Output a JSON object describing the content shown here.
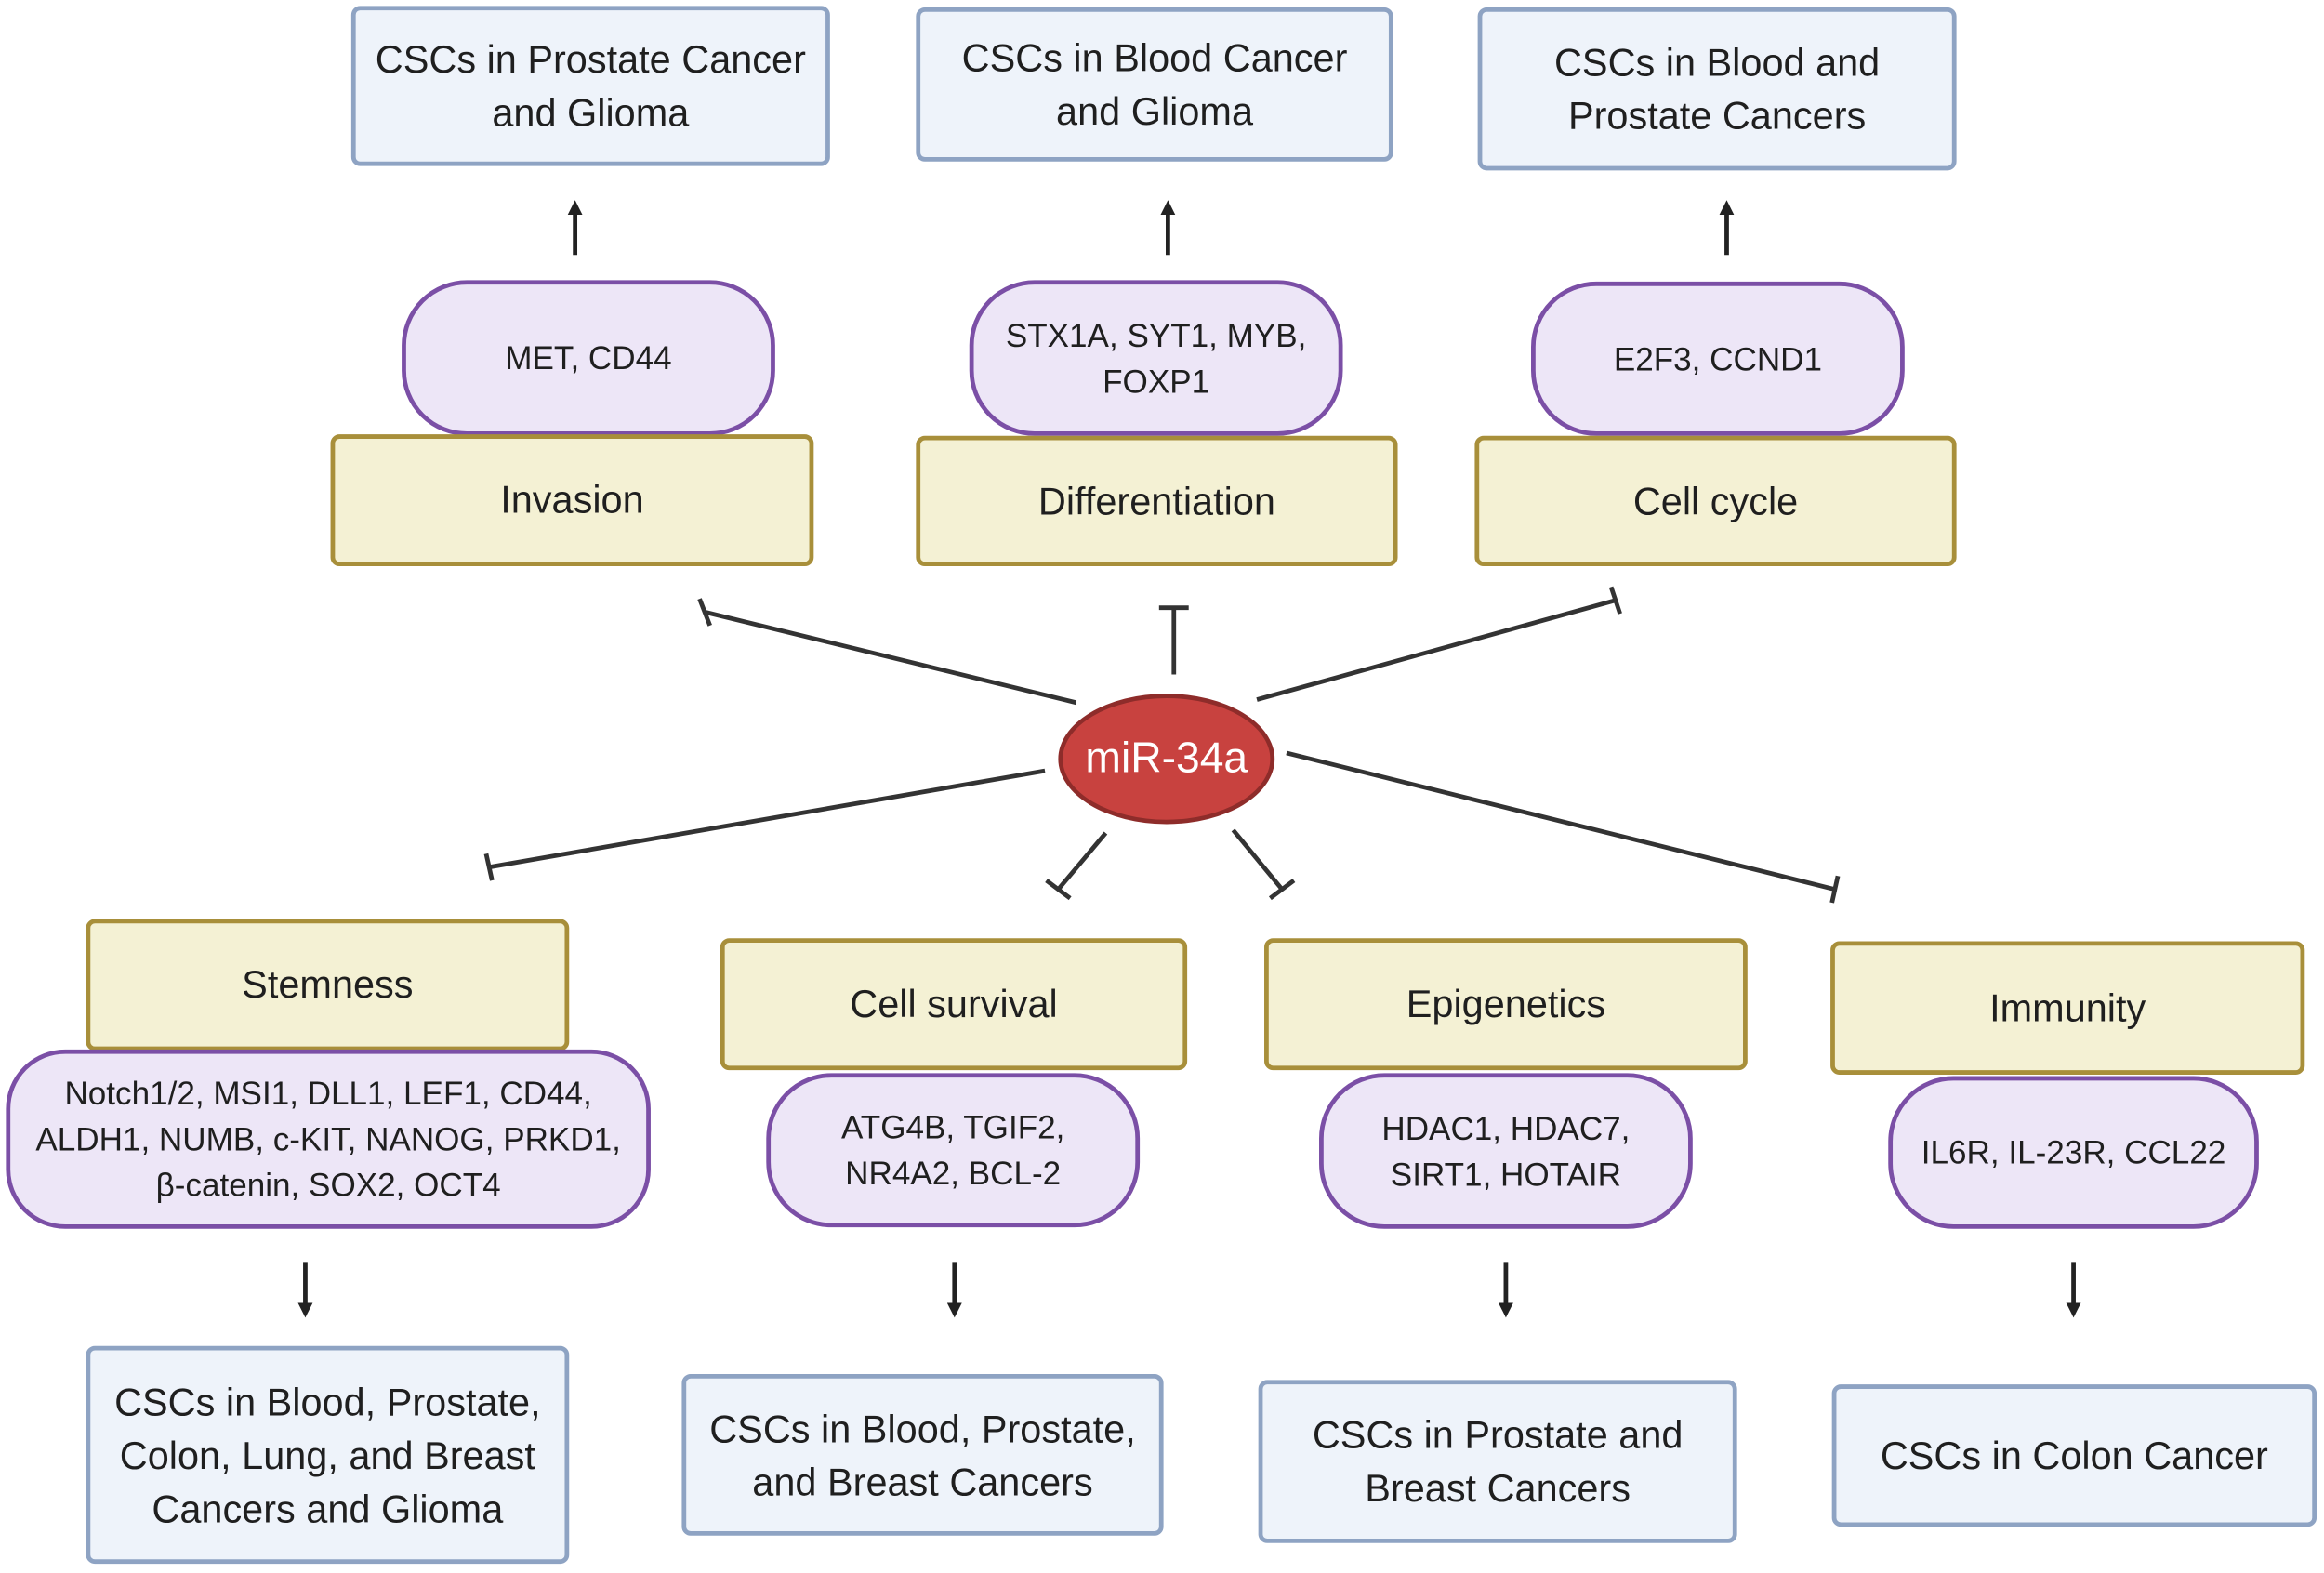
{
  "center": {
    "label": "miR-34a",
    "color": "#c8423f"
  },
  "colors": {
    "outcome_fill": "#eef3fa",
    "outcome_border": "#8ea3c3",
    "process_fill": "#f4f1d4",
    "process_border": "#a88f3a",
    "genes_fill": "#ede6f7",
    "genes_border": "#7b4fa6",
    "edge": "#333333"
  },
  "top": [
    {
      "process": "Invasion",
      "genes": "MET, CD44",
      "outcome": "CSCs in Prostate Cancer\nand Glioma"
    },
    {
      "process": "Differentiation",
      "genes": "STX1A, SYT1, MYB,\nFOXP1",
      "outcome": "CSCs in Blood Cancer\nand Glioma"
    },
    {
      "process": "Cell cycle",
      "genes": "E2F3, CCND1",
      "outcome": "CSCs in Blood and\nProstate Cancers"
    }
  ],
  "bottom": [
    {
      "process": "Stemness",
      "genes": "Notch1/2, MSI1, DLL1, LEF1, CD44,\nALDH1, NUMB, c-KIT, NANOG, PRKD1,\nβ-catenin, SOX2, OCT4",
      "outcome": "CSCs in Blood, Prostate,\nColon, Lung, and Breast\nCancers and Glioma"
    },
    {
      "process": "Cell survival",
      "genes": "ATG4B, TGIF2,\nNR4A2,  BCL-2",
      "outcome": "CSCs in Blood, Prostate,\nand Breast Cancers"
    },
    {
      "process": "Epigenetics",
      "genes": "HDAC1, HDAC7,\nSIRT1, HOTAIR",
      "outcome": "CSCs in Prostate and\nBreast Cancers"
    },
    {
      "process": "Immunity",
      "genes": "IL6R, IL-23R, CCL22",
      "outcome": "CSCs in Colon Cancer"
    }
  ],
  "edges": {
    "center_to_process": "inhibition",
    "genes_to_outcome": "arrow"
  }
}
